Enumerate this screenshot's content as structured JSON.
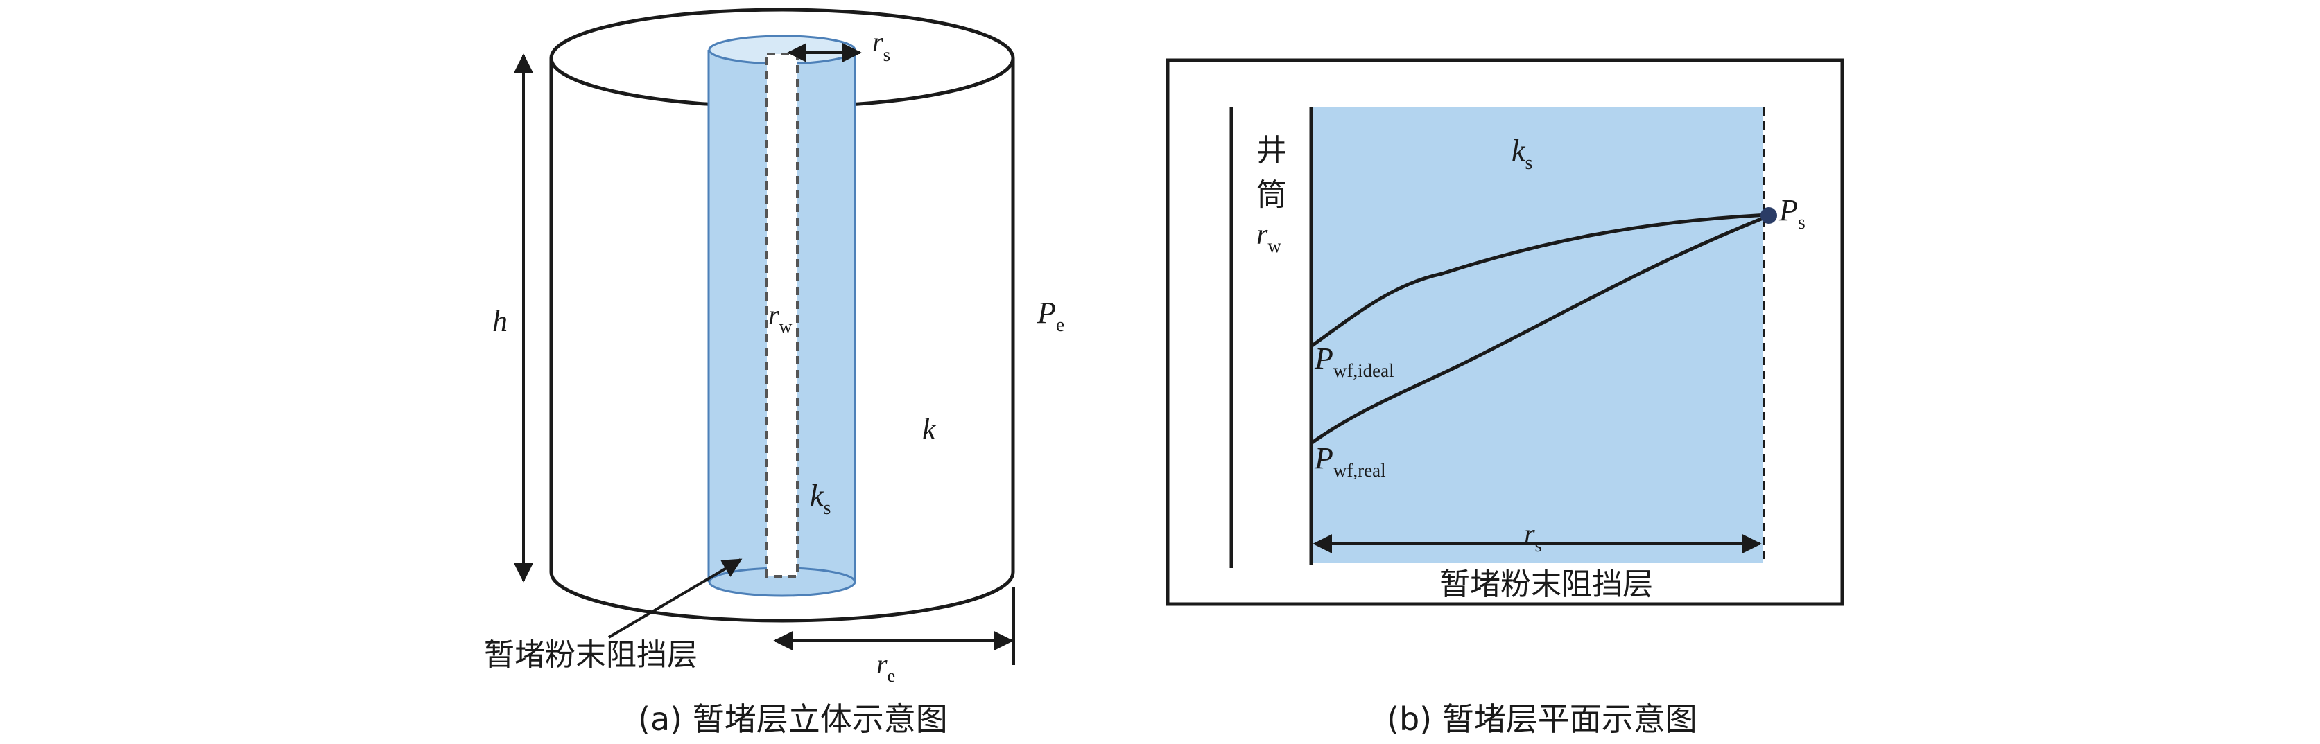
{
  "panel_a": {
    "caption": "(a) 暂堵层立体示意图",
    "label_h": "h",
    "label_pe_main": "P",
    "label_pe_sub": "e",
    "label_k": "k",
    "label_rs_main": "r",
    "label_rs_sub": "s",
    "label_rw_main": "r",
    "label_rw_sub": "w",
    "label_ks_main": "k",
    "label_ks_sub": "s",
    "label_re_main": "r",
    "label_re_sub": "e",
    "callout": "暂堵粉末阻挡层"
  },
  "panel_b": {
    "caption": "(b) 暂堵层平面示意图",
    "wellbore_char1": "井",
    "wellbore_char2": "筒",
    "label_rw_main": "r",
    "label_rw_sub": "w",
    "label_ks_main": "k",
    "label_ks_sub": "s",
    "label_ps_main": "P",
    "label_ps_sub": "s",
    "label_ideal_main": "P",
    "label_ideal_sub": "wf,ideal",
    "label_real_main": "P",
    "label_real_sub": "wf,real",
    "label_rs_main": "r",
    "label_rs_sub": "s",
    "bottom_label": "暂堵粉末阻挡层"
  },
  "colors": {
    "blue_fill": "#b3d4ef",
    "blue_edge": "#4d80b8",
    "ink": "#1a1a1a"
  }
}
